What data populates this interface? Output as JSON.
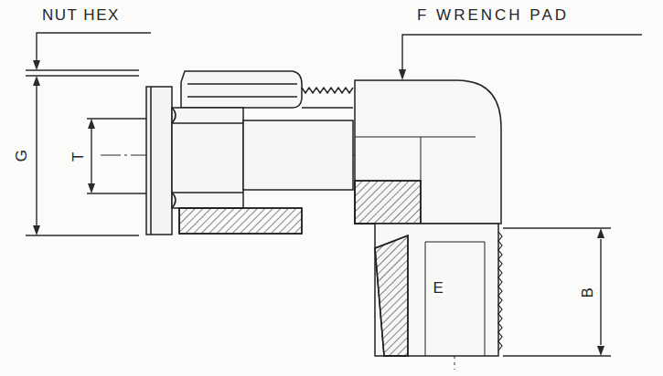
{
  "diagram": {
    "labels": [
      "NUT HEX",
      "F WRENCH PAD",
      "G",
      "T",
      "E",
      "B"
    ]
  }
}
